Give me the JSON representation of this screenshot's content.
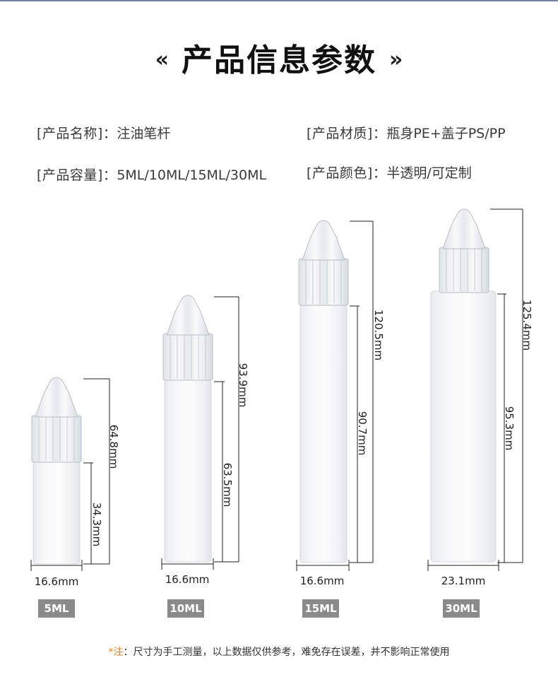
{
  "header": {
    "title": "产品信息参数",
    "quote_left": "«",
    "quote_right": "»"
  },
  "info": {
    "name_label": "[产品名称]：",
    "name_value": "注油笔杆",
    "material_label": "[产品材质]：",
    "material_value": "瓶身PE+盖子PS/PP",
    "capacity_label": "[产品容量]：",
    "capacity_value": "5ML/10ML/15ML/30ML",
    "color_label": "[产品颜色]：",
    "color_value": "半透明/可定制"
  },
  "bottles": [
    {
      "tag": "5ML",
      "width_dim": "16.6mm",
      "total_height": "64.8mm",
      "body_height": "34.3mm"
    },
    {
      "tag": "10ML",
      "width_dim": "16.6mm",
      "total_height": "93.9mm",
      "body_height": "63.5mm"
    },
    {
      "tag": "15ML",
      "width_dim": "16.6mm",
      "total_height": "120.5mm",
      "body_height": "90.7mm"
    },
    {
      "tag": "30ML",
      "width_dim": "23.1mm",
      "total_height": "125.4mm",
      "body_height": "95.3mm"
    }
  ],
  "note": {
    "star": "*注",
    "text": "：尺寸为手工测量，以上数据仅供参考，难免存在误差，并不影响正常使用"
  },
  "colors": {
    "tag_bg": "#8a8a8a",
    "note_star": "#e8811a",
    "top_rule": "#6f7fa0"
  }
}
